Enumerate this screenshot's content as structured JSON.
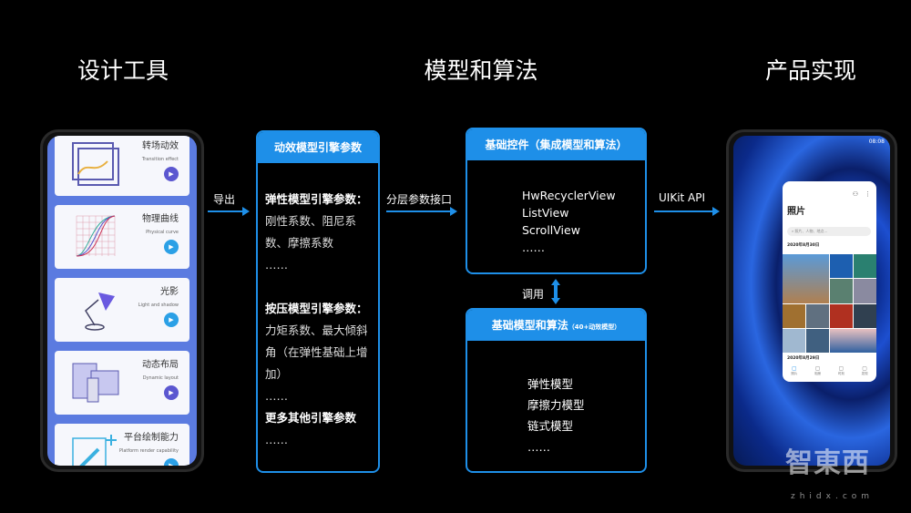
{
  "headings": {
    "design": "设计工具",
    "model": "模型和算法",
    "product": "产品实现"
  },
  "design_phone": {
    "cards": [
      {
        "title": "转场动效",
        "subtitle": "Transition effect",
        "button_color": "#5b57d0"
      },
      {
        "title": "物理曲线",
        "subtitle": "Physical curve",
        "button_color": "#2ba0e6"
      },
      {
        "title": "光影",
        "subtitle": "Light and shadow",
        "button_color": "#2ba0e6"
      },
      {
        "title": "动态布局",
        "subtitle": "Dynamic layout",
        "button_color": "#5b57d0"
      },
      {
        "title": "平台绘制能力",
        "subtitle": "Platform render capability",
        "button_color": "#2ba0e6"
      }
    ]
  },
  "arrows": {
    "export": "导出",
    "interface": "分层参数接口",
    "uikit": "UIKit API",
    "call": "调用"
  },
  "engine_box": {
    "title": "动效模型引擎参数",
    "lines": [
      {
        "text": "弹性模型引擎参数：",
        "bold": true
      },
      {
        "text": "刚性系数、阻尼系",
        "bold": false
      },
      {
        "text": "数、摩擦系数",
        "bold": false
      },
      {
        "text": "……",
        "bold": false
      },
      {
        "text": "",
        "bold": false
      },
      {
        "text": "按压模型引擎参数：",
        "bold": true
      },
      {
        "text": "力矩系数、最大倾斜",
        "bold": false
      },
      {
        "text": "角（在弹性基础上增",
        "bold": false
      },
      {
        "text": "加）",
        "bold": false
      },
      {
        "text": "……",
        "bold": false
      },
      {
        "text": "更多其他引擎参数",
        "bold": true
      },
      {
        "text": "……",
        "bold": false
      }
    ]
  },
  "controls_box": {
    "title": "基础控件（集成模型和算法）",
    "items": [
      "HwRecyclerView",
      "ListView",
      "ScrollView",
      "……"
    ]
  },
  "models_box": {
    "title": "基础模型和算法",
    "title_note": "（40+动效模型）",
    "items": [
      "弹性模型",
      "摩擦力模型",
      "链式模型",
      "……"
    ]
  },
  "product_phone": {
    "time": "08:08",
    "app_title": "照片",
    "search_placeholder": "照片、人物、地点...",
    "date1": "2020年8月30日",
    "date2": "2020年8月29日",
    "tabs": [
      "照片",
      "相册",
      "时刻",
      "发现"
    ]
  },
  "watermark": {
    "logo": "智東西",
    "url": "zhidx.com"
  },
  "colors": {
    "accent": "#1e8fe8",
    "background": "#000000"
  }
}
